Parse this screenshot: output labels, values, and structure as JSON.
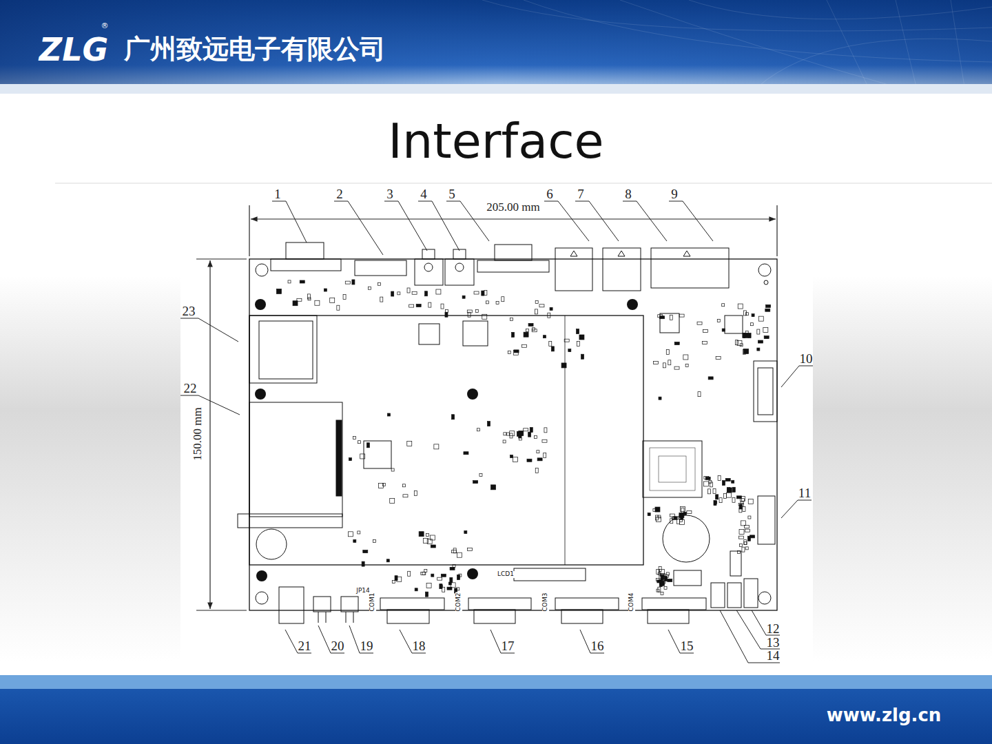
{
  "diagram": {
    "title": "Interface",
    "labels": [
      "ZLG",
      "®",
      "广州致远电子有限公司",
      "1",
      "2",
      "3",
      "4",
      "5",
      "6",
      "7",
      "8",
      "9",
      "205.00 mm",
      "10",
      "11",
      "23",
      "22",
      "150.00 mm",
      "LCD1",
      "JP14",
      "COM1",
      "COM2",
      "COM3",
      "COM4",
      "21",
      "20",
      "19",
      "18",
      "17",
      "16",
      "15",
      "12",
      "13",
      "14",
      "www.zlg.cn"
    ]
  }
}
